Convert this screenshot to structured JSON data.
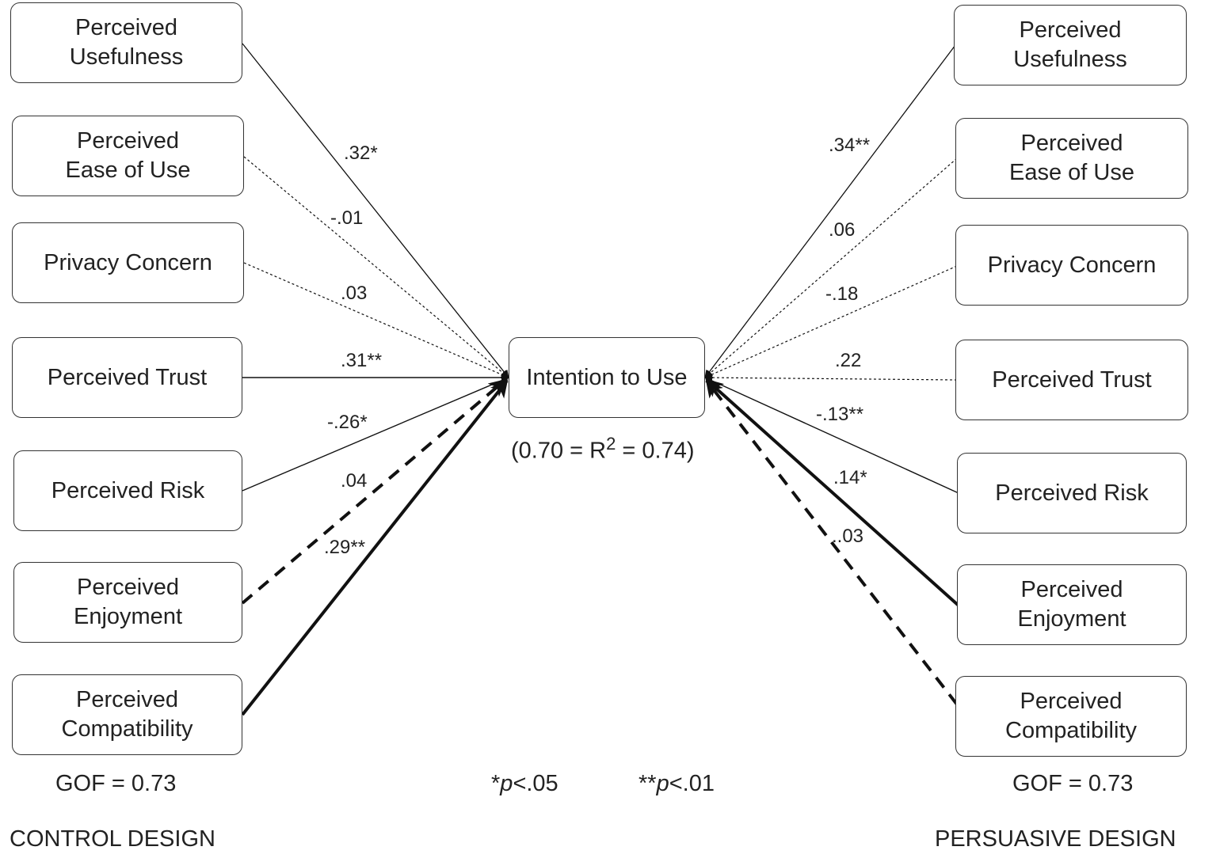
{
  "center": {
    "label": "Intention to Use",
    "r2": "(0.70 = R",
    "r2_sup": "2",
    "r2_end": " = 0.74)"
  },
  "control": {
    "title": "CONTROL DESIGN",
    "gof": "GOF = 0.73",
    "boxes": [
      "Perceived\nUsefulness",
      "Perceived\nEase of Use",
      "Privacy Concern",
      "Perceived Trust",
      "Perceived Risk",
      "Perceived\nEnjoyment",
      "Perceived\nCompatibility"
    ],
    "coefs": [
      ".32*",
      "-.01",
      ".03",
      ".31**",
      "-.26*",
      ".04",
      ".29**"
    ]
  },
  "persuasive": {
    "title": "PERSUASIVE DESIGN",
    "gof": "GOF = 0.73",
    "boxes": [
      "Perceived\nUsefulness",
      "Perceived\nEase of Use",
      "Privacy Concern",
      "Perceived Trust",
      "Perceived Risk",
      "Perceived\nEnjoyment",
      "Perceived\nCompatibility"
    ],
    "coefs": [
      ".34**",
      ".06",
      "-.18",
      ".22",
      "-.13**",
      ".14*",
      "..03"
    ]
  },
  "legend": {
    "p05_stars": "*",
    "p05_p": "p",
    "p05_rest": "<.05",
    "p01_stars": "**",
    "p01_p": "p",
    "p01_rest": "<.01"
  },
  "colors": {
    "line": "#111111",
    "border": "#333333"
  }
}
